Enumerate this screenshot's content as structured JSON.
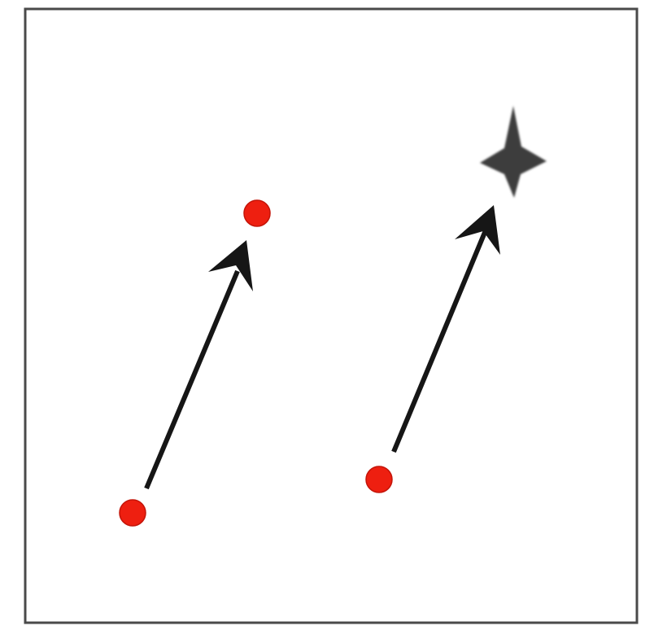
{
  "diagram": {
    "colors": {
      "frame": "#4a4a4a",
      "point": "#ee1f10",
      "point_outline": "#c41408",
      "arrow": "#161616",
      "blob": "#3e3e3e"
    },
    "elements": [
      {
        "kind": "red-point",
        "group": "left",
        "role": "start"
      },
      {
        "kind": "arrow",
        "group": "left"
      },
      {
        "kind": "red-point",
        "group": "left",
        "role": "end"
      },
      {
        "kind": "red-point",
        "group": "right",
        "role": "start"
      },
      {
        "kind": "arrow",
        "group": "right"
      },
      {
        "kind": "blurred-blob",
        "group": "right",
        "role": "end"
      }
    ]
  }
}
